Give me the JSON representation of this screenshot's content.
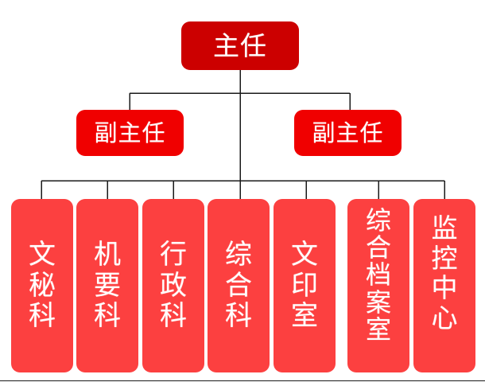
{
  "chart": {
    "type": "organization-chart",
    "title": "",
    "background_color": "#ffffff",
    "connector_color": "#1a1a1a",
    "levels": [
      {
        "level": 1,
        "color": "#cc0000",
        "text_color": "#ffffff",
        "nodes": [
          {
            "id": "director",
            "label": "主任",
            "orientation": "horizontal"
          }
        ]
      },
      {
        "level": 2,
        "color": "#f00000",
        "text_color": "#ffffff",
        "nodes": [
          {
            "id": "deputy-director-1",
            "label": "副主任",
            "orientation": "horizontal"
          },
          {
            "id": "deputy-director-2",
            "label": "副主任",
            "orientation": "horizontal"
          }
        ]
      },
      {
        "level": 3,
        "color": "#fc4040",
        "text_color": "#ffffff",
        "nodes": [
          {
            "id": "dept-secretarial",
            "label": "文秘科",
            "chars": [
              "文",
              "秘",
              "科"
            ],
            "orientation": "vertical"
          },
          {
            "id": "dept-confidential",
            "label": "机要科",
            "chars": [
              "机",
              "要",
              "科"
            ],
            "orientation": "vertical"
          },
          {
            "id": "dept-administration",
            "label": "行政科",
            "chars": [
              "行",
              "政",
              "科"
            ],
            "orientation": "vertical"
          },
          {
            "id": "dept-general-affairs",
            "label": "综合科",
            "chars": [
              "综",
              "合",
              "科"
            ],
            "orientation": "vertical"
          },
          {
            "id": "dept-printing-room",
            "label": "文印室",
            "chars": [
              "文",
              "印",
              "室"
            ],
            "orientation": "vertical"
          },
          {
            "id": "dept-archives-room",
            "label": "综合档案室",
            "chars": [
              "综",
              "合",
              "档",
              "案",
              "室"
            ],
            "orientation": "vertical"
          },
          {
            "id": "dept-monitoring-center",
            "label": "监控中心",
            "chars": [
              "监",
              "控",
              "中",
              "心"
            ],
            "orientation": "vertical"
          }
        ]
      }
    ]
  }
}
